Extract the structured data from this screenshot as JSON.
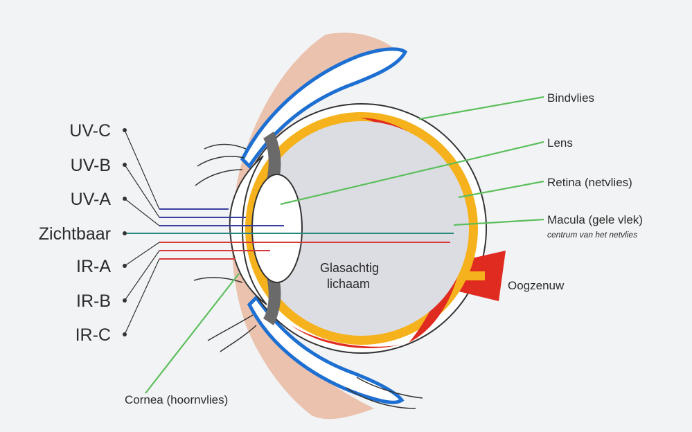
{
  "bands": [
    {
      "key": "uvc",
      "label": "UV-C"
    },
    {
      "key": "uvb",
      "label": "UV-B"
    },
    {
      "key": "uva",
      "label": "UV-A"
    },
    {
      "key": "vis",
      "label": "Zichtbaar"
    },
    {
      "key": "ira",
      "label": "IR-A"
    },
    {
      "key": "irb",
      "label": "IR-B"
    },
    {
      "key": "irc",
      "label": "IR-C"
    }
  ],
  "parts": {
    "bindvlies": "Bindvlies",
    "lens": "Lens",
    "retina": "Retina (netvlies)",
    "macula": "Macula (gele vlek)",
    "macula_sub": "centrum van het netvlies",
    "oogzenuw": "Oogzenuw",
    "cornea": "Cornea (hoornvlies)",
    "glasachtig_line1": "Glasachtig",
    "glasachtig_line2": "lichaam"
  },
  "colors": {
    "uv_ray": "#3a3fa0",
    "visible_ray": "#2a8a80",
    "ir_ray": "#d83a3a",
    "leader_line": "#5cbf5c",
    "retina": "#e02b20",
    "choroid": "#f5b21c",
    "eyelid": "#1d6fd1",
    "skin": "#e9b8a0",
    "vitreous": "#dcdde2"
  }
}
